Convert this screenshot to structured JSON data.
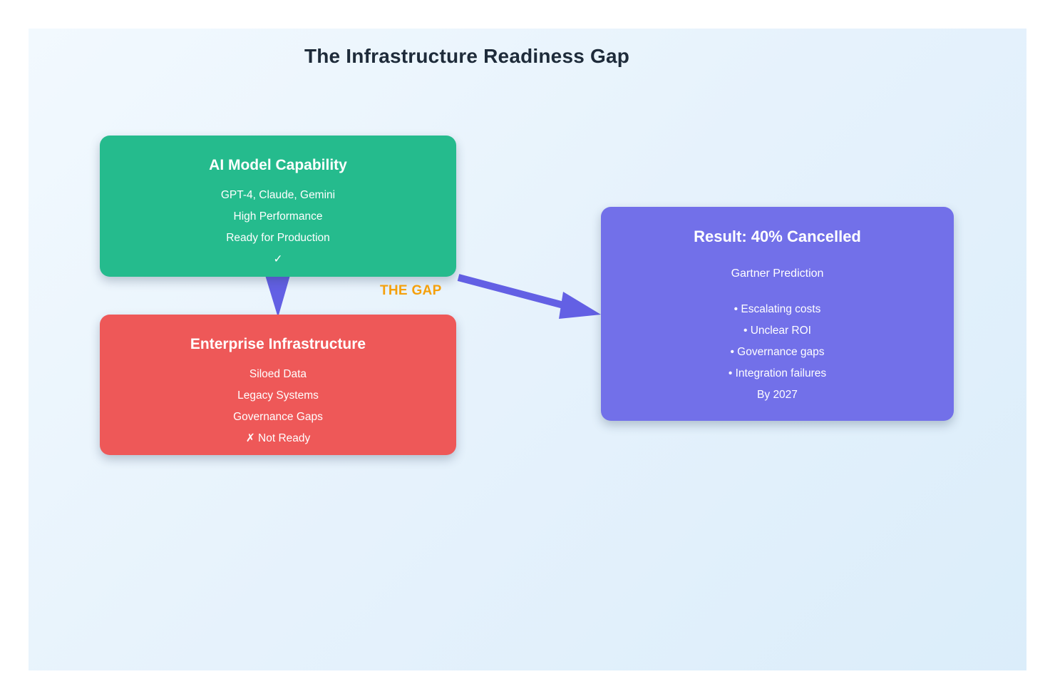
{
  "title": "The Infrastructure Readiness Gap",
  "gap_label": "THE GAP",
  "boxes": {
    "ai_capability": {
      "title": "AI Model Capability",
      "lines": [
        "GPT-4, Claude, Gemini",
        "High Performance",
        "Ready for Production",
        "✓"
      ],
      "color": "#25bb8d"
    },
    "enterprise_infrastructure": {
      "title": "Enterprise Infrastructure",
      "lines": [
        "Siloed Data",
        "Legacy Systems",
        "Governance Gaps",
        "✗ Not Ready"
      ],
      "color": "#ee5858"
    },
    "result": {
      "title": "Result: 40% Cancelled",
      "subtitle": "Gartner Prediction",
      "lines": [
        "• Escalating costs",
        "• Unclear ROI",
        "• Governance gaps",
        "• Integration failures",
        "By 2027"
      ],
      "color": "#7270e9"
    }
  },
  "colors": {
    "arrow": "#6360e4",
    "gap_label_text": "#f5a00b",
    "title_text": "#1e2b3a",
    "background_top_left": "#f2f9fe",
    "background_bottom_right": "#dbedfa"
  }
}
